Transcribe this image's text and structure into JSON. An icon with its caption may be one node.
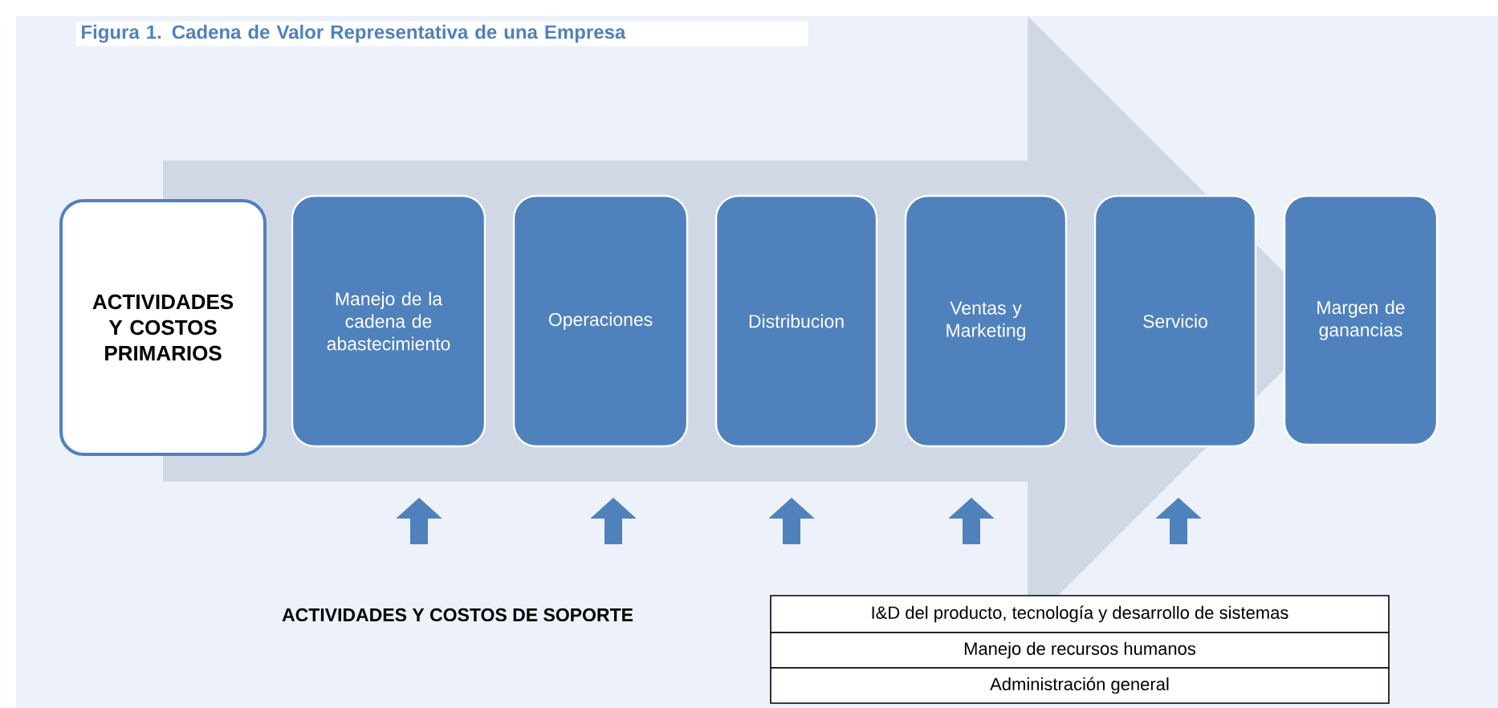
{
  "diagram": {
    "title": "Figura 1. Cadena de Valor Representativa de una Empresa",
    "nodes": [
      {
        "text": [
          "ACTIVIDADES Y COSTOS PRIMARIOS"
        ]
      },
      {
        "text": [
          "Manejo de la cadena de abastecimiento"
        ]
      },
      {
        "text": [
          "Operaciones"
        ]
      },
      {
        "text": [
          "Distribucion"
        ]
      },
      {
        "text": [
          "Ventas y Marketing"
        ]
      },
      {
        "text": [
          "Servicio"
        ]
      },
      {
        "text": [
          "Margen de ganancias"
        ]
      }
    ],
    "edges": [
      {
        "from": 0,
        "to": 6,
        "arrow": "to",
        "style": "thick"
      }
    ],
    "labels": [
      "ACTIVIDADES Y COSTOS DE SOPORTE",
      "I&D del producto, tecnología y desarrollo de sistemas",
      "Manejo de recursos humanos",
      "Administración general"
    ]
  }
}
